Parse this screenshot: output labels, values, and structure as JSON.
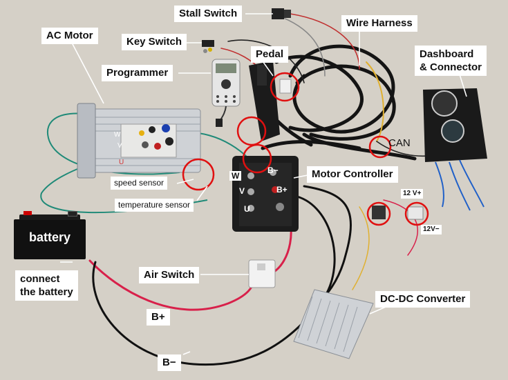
{
  "labels": {
    "stall_switch": "Stall Switch",
    "wire_harness": "Wire Harness",
    "ac_motor": "AC Motor",
    "key_switch": "Key Switch",
    "pedal": "Pedal",
    "dashboard": "Dashboard",
    "connector": "& Connector",
    "programmer": "Programmer",
    "can": "CAN",
    "speed_sensor": "speed sensor",
    "temperature_sensor": "temperature sensor",
    "motor_controller": "Motor Controller",
    "v12_plus": "12 V+",
    "v12_minus": "12V−",
    "battery": "battery",
    "connect_line1": "connect",
    "connect_line2": "the battery",
    "air_switch": "Air Switch",
    "b_plus": "B+",
    "b_minus": "B−",
    "dcdc": "DC-DC Converter",
    "motor_w": "W",
    "motor_v": "V",
    "motor_u": "U",
    "ctrl_w": "W",
    "ctrl_v": "V",
    "ctrl_u": "U",
    "ctrl_b_minus": "B−",
    "ctrl_b_plus": "B+"
  },
  "colors": {
    "background": "#d9d4cb",
    "callout_circle": "#e01010",
    "wire_red": "#d8204a",
    "wire_black": "#111111",
    "wire_teal": "#1f8a78",
    "wire_blue": "#2060c8",
    "wire_yellow": "#e0b030"
  }
}
